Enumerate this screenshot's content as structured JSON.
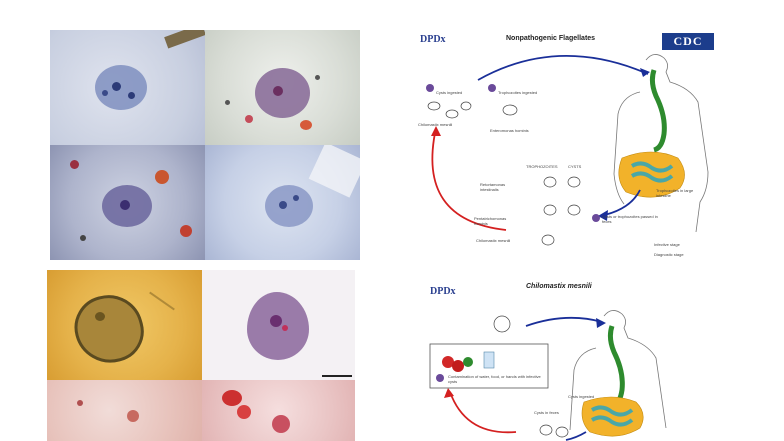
{
  "colors": {
    "accent_blue": "#1c3d8c",
    "arrow_red": "#d42020",
    "arrow_blue": "#1a2f99",
    "gut_green": "#2e8b2e",
    "gut_yellow": "#f2b22a",
    "gut_teal": "#4aa7a7"
  },
  "micrographs": {
    "upper": [
      "trichrome-stain-1",
      "trichrome-stain-2",
      "trichrome-stain-3",
      "trichrome-stain-4"
    ],
    "lower": [
      "iodine-cyst",
      "trichrome-trophozoite",
      "stained-sample-3",
      "stained-sample-4"
    ]
  },
  "panel_top": {
    "logo": "DPDx",
    "title": "Nonpathogenic Flagellates",
    "badge": "CDC",
    "stage_a": "Cysts ingested",
    "stage_b": "Trophozoites ingested",
    "text_1": "Chilomastix mesnili",
    "text_2": "Enteromonas hominis",
    "text_3": "Retortamonas intestinalis",
    "text_4": "Pentatrichomonas hominis",
    "col_1": "TROPHOZOITES",
    "col_2": "CYSTS",
    "intestine": "Trophozoites in large intestine",
    "passed": "Cysts or trophozoites passed in feces",
    "legend_1": "Infective stage",
    "legend_2": "Diagnostic stage"
  },
  "panel_bottom": {
    "logo": "DPDx",
    "title": "Chilomastix mesnili",
    "contamination": "Contamination of water, food, or hands with infective cysts",
    "ingested": "Cysts ingested",
    "feces": "Cysts in feces"
  }
}
